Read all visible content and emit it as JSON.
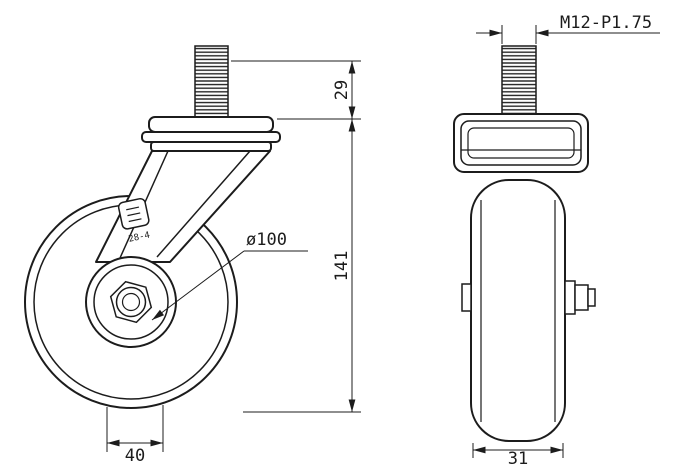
{
  "drawing": {
    "type": "caster-wheel-technical-drawing",
    "views": [
      "front",
      "side"
    ],
    "line_color": "#1c1c1c",
    "background": "#ffffff"
  },
  "dimensions": {
    "thread_spec": "M12-P1.75",
    "stem_length": "29",
    "overall_height": "141",
    "wheel_diameter": "ø100",
    "swivel_offset": "40",
    "wheel_width": "31"
  },
  "marks": {
    "fork_code": "28-4"
  }
}
